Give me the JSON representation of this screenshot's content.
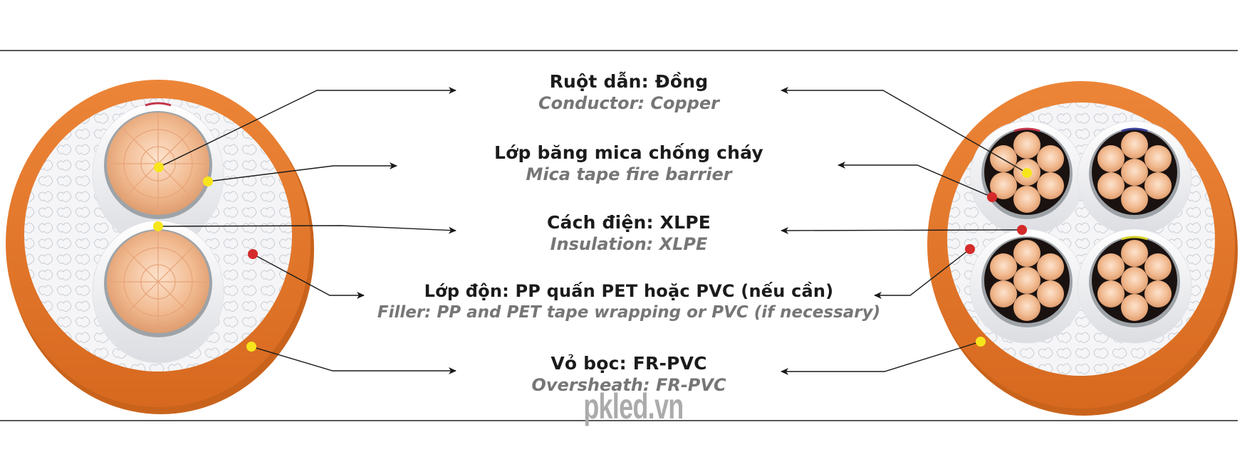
{
  "diagram": {
    "colors": {
      "sheath": "#e67c2d",
      "sheath_dark": "#c9631c",
      "filler": "#f4f4f6",
      "filler_pattern": "#c7ccd3",
      "insulation": "#f2f2f4",
      "mica": "#9ea3a8",
      "copper": "#f0b88e",
      "copper_light": "#fbdcc2",
      "marker_yellow": "#f7e51c",
      "marker_red": "#d42a2a",
      "line": "#1a1a1a",
      "text_vi": "#1b1b1b",
      "text_en": "#767676",
      "watermark": "#ababab"
    },
    "labels": [
      {
        "id": "conductor",
        "vi": "Ruột dẫn: Đồng",
        "en": "Conductor: Copper"
      },
      {
        "id": "mica",
        "vi": "Lớp băng mica chống cháy",
        "en": "Mica tape fire barrier"
      },
      {
        "id": "insulation",
        "vi": "Cách điện: XLPE",
        "en": "Insulation: XLPE"
      },
      {
        "id": "filler",
        "vi": "Lớp độn: PP quấn PET hoặc PVC (nếu cần)",
        "en": "Filler: PP and PET tape wrapping or PVC (if necessary)"
      },
      {
        "id": "sheath",
        "vi": "Vỏ bọc: FR-PVC",
        "en": "Oversheath: FR-PVC"
      }
    ],
    "left_cable": {
      "cores": 2,
      "markers": [
        "yellow",
        "yellow",
        "yellow",
        "red",
        "yellow"
      ]
    },
    "right_cable": {
      "cores": 4,
      "markers": [
        "yellow",
        "red",
        "red",
        "red",
        "yellow"
      ]
    },
    "watermark": "pkled.vn"
  }
}
